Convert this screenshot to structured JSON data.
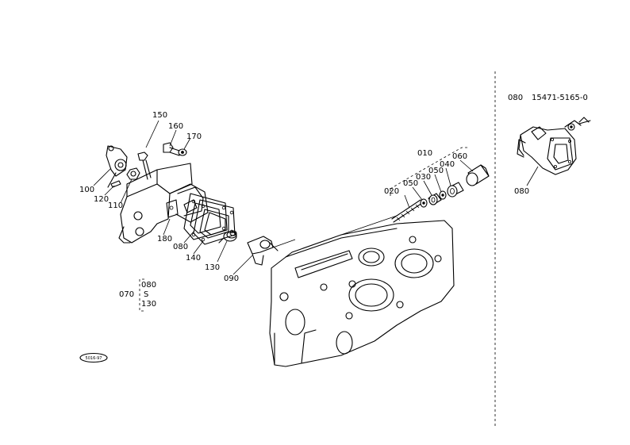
{
  "parts": [
    {
      "id": "150",
      "text": "150"
    },
    {
      "id": "160",
      "text": "160"
    },
    {
      "id": "170",
      "text": "170"
    },
    {
      "id": "100",
      "text": "100"
    },
    {
      "id": "120",
      "text": "120"
    },
    {
      "id": "110",
      "text": "110"
    },
    {
      "id": "180",
      "text": "180"
    },
    {
      "id": "080a",
      "text": "080"
    },
    {
      "id": "140",
      "text": "140"
    },
    {
      "id": "130",
      "text": "130"
    },
    {
      "id": "090",
      "text": "090"
    },
    {
      "id": "010",
      "text": "010"
    },
    {
      "id": "020",
      "text": "020"
    },
    {
      "id": "050a",
      "text": "050"
    },
    {
      "id": "030",
      "text": "030"
    },
    {
      "id": "050b",
      "text": "050"
    },
    {
      "id": "040",
      "text": "040"
    },
    {
      "id": "060",
      "text": "060"
    }
  ],
  "range_group": {
    "id": "070",
    "from": "080",
    "sep": "S",
    "to": "130"
  },
  "inset": {
    "code": "080",
    "part_number": "15471-5165-0",
    "callout": "080"
  },
  "diagram_badge": "5016-97"
}
